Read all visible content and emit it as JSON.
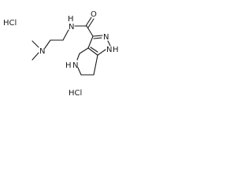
{
  "structure": {
    "salt_top": "HCl",
    "salt_bottom": "HCl",
    "atom_n_dimethyl": "N",
    "atom_n_amide": "N",
    "atom_h_amide": "H",
    "atom_o": "O",
    "atom_n_ring_top": "N",
    "atom_n_ring_h": "N",
    "atom_h_ring": "H",
    "atom_n_piperidine": "N",
    "atom_h_piperidine": "H"
  }
}
